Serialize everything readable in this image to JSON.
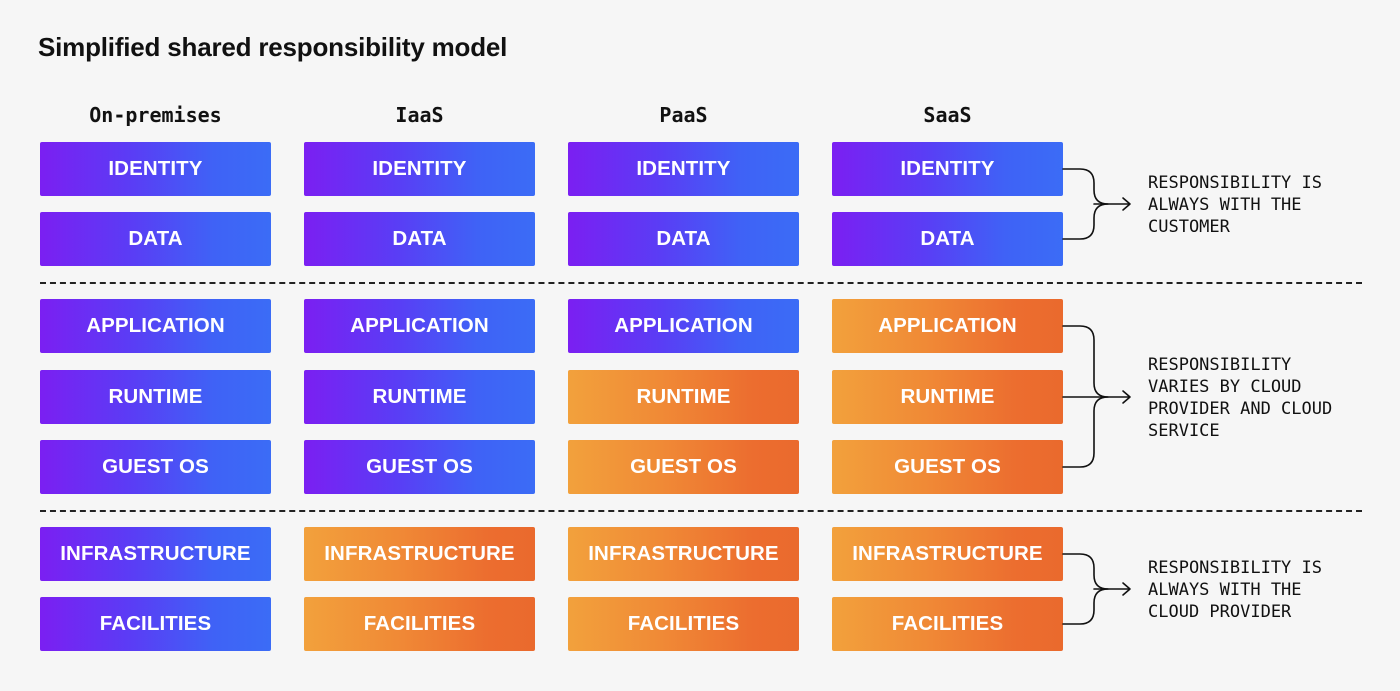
{
  "title": "Simplified shared responsibility model",
  "columns": [
    "On-premises",
    "IaaS",
    "PaaS",
    "SaaS"
  ],
  "rows": [
    "IDENTITY",
    "DATA",
    "APPLICATION",
    "RUNTIME",
    "GUEST OS",
    "INFRASTRUCTURE",
    "FACILITIES"
  ],
  "ownership": {
    "On-premises": [
      "customer",
      "customer",
      "customer",
      "customer",
      "customer",
      "customer",
      "customer"
    ],
    "IaaS": [
      "customer",
      "customer",
      "customer",
      "customer",
      "customer",
      "provider",
      "provider"
    ],
    "PaaS": [
      "customer",
      "customer",
      "customer",
      "provider",
      "provider",
      "provider",
      "provider"
    ],
    "SaaS": [
      "customer",
      "customer",
      "provider",
      "provider",
      "provider",
      "provider",
      "provider"
    ]
  },
  "notes": [
    "RESPONSIBILITY IS\nALWAYS WITH THE\nCUSTOMER",
    "RESPONSIBILITY\nVARIES BY CLOUD\nPROVIDER AND CLOUD\nSERVICE",
    "RESPONSIBILITY IS\nALWAYS WITH THE\nCLOUD PROVIDER"
  ],
  "colors": {
    "customer_start": "#7b1ff2",
    "customer_end": "#3b6cf6",
    "provider_start": "#f2a13c",
    "provider_end": "#ea6a2d"
  }
}
